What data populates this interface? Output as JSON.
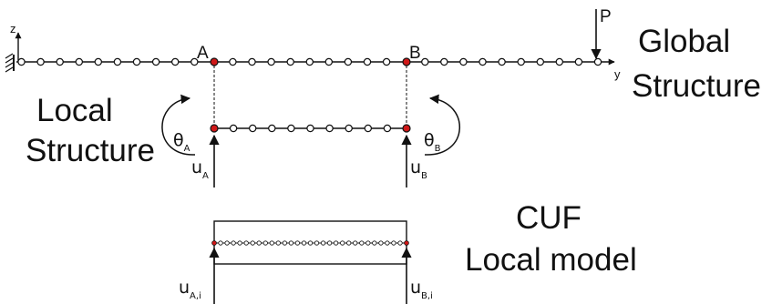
{
  "global_structure": {
    "title_line1": "Global",
    "title_line2": "Structure",
    "node_a_label": "A",
    "node_b_label": "B",
    "load_label": "P",
    "axis_y": "y",
    "axis_z": "z"
  },
  "local_structure": {
    "title_line1": "Local",
    "title_line2": "Structure",
    "theta": "θ",
    "theta_a_sub": "A",
    "theta_b_sub": "B",
    "u": "u",
    "u_a_sub": "A",
    "u_b_sub": "B"
  },
  "cuf_local_model": {
    "title_line1": "CUF",
    "title_line2": "Local model",
    "u": "u",
    "u_a_sub": "A,i",
    "u_b_sub": "B,i"
  },
  "colors": {
    "line": "#111111",
    "node_fill": "#ffffff",
    "interface_node_fill": "#d01818"
  }
}
